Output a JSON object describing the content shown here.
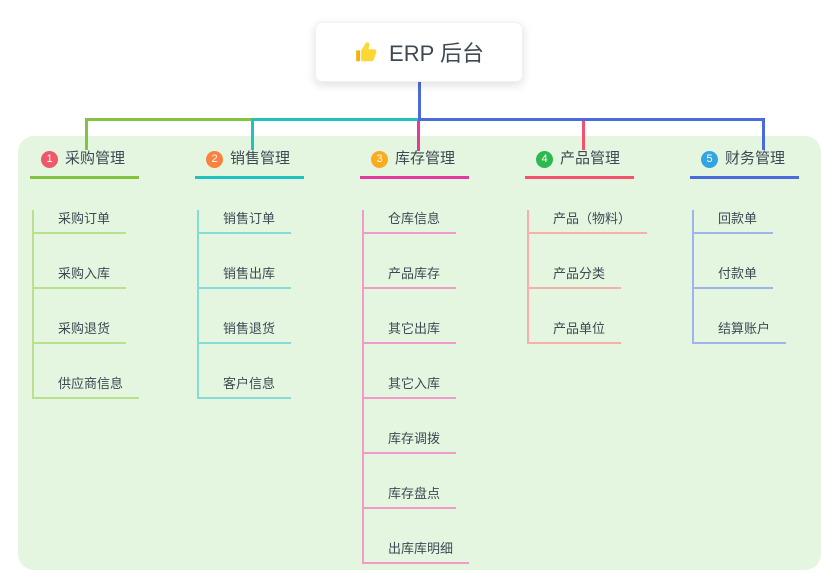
{
  "canvas": {
    "background": "#ffffff",
    "panel_background": "#e4f6e0",
    "text_color": "#3d4a54"
  },
  "root": {
    "icon": "thumbs-up-icon",
    "label": "ERP 后台",
    "connector_color": "#4a6bdb"
  },
  "branches": [
    {
      "number": "1",
      "label": "采购管理",
      "badge_color": "#ef5868",
      "line_color": "#84c341",
      "child_line_color": "#b9e08f",
      "children": [
        "采购订单",
        "采购入库",
        "采购退货",
        "供应商信息"
      ]
    },
    {
      "number": "2",
      "label": "销售管理",
      "badge_color": "#f8823e",
      "line_color": "#1fc2be",
      "child_line_color": "#84dcd6",
      "children": [
        "销售订单",
        "销售出库",
        "销售退货",
        "客户信息"
      ]
    },
    {
      "number": "3",
      "label": "库存管理",
      "badge_color": "#fbab1f",
      "line_color": "#e23a9f",
      "child_line_color": "#f29aca",
      "children": [
        "仓库信息",
        "产品库存",
        "其它出库",
        "其它入库",
        "库存调拨",
        "库存盘点",
        "出库库明细"
      ]
    },
    {
      "number": "4",
      "label": "产品管理",
      "badge_color": "#2db94e",
      "line_color": "#f4516c",
      "child_line_color": "#f9aeab",
      "children": [
        "产品（物料）",
        "产品分类",
        "产品单位"
      ]
    },
    {
      "number": "5",
      "label": "财务管理",
      "badge_color": "#32a5e0",
      "line_color": "#4a6bdb",
      "child_line_color": "#9fb3ec",
      "children": [
        "回款单",
        "付款单",
        "结算账户"
      ]
    }
  ]
}
